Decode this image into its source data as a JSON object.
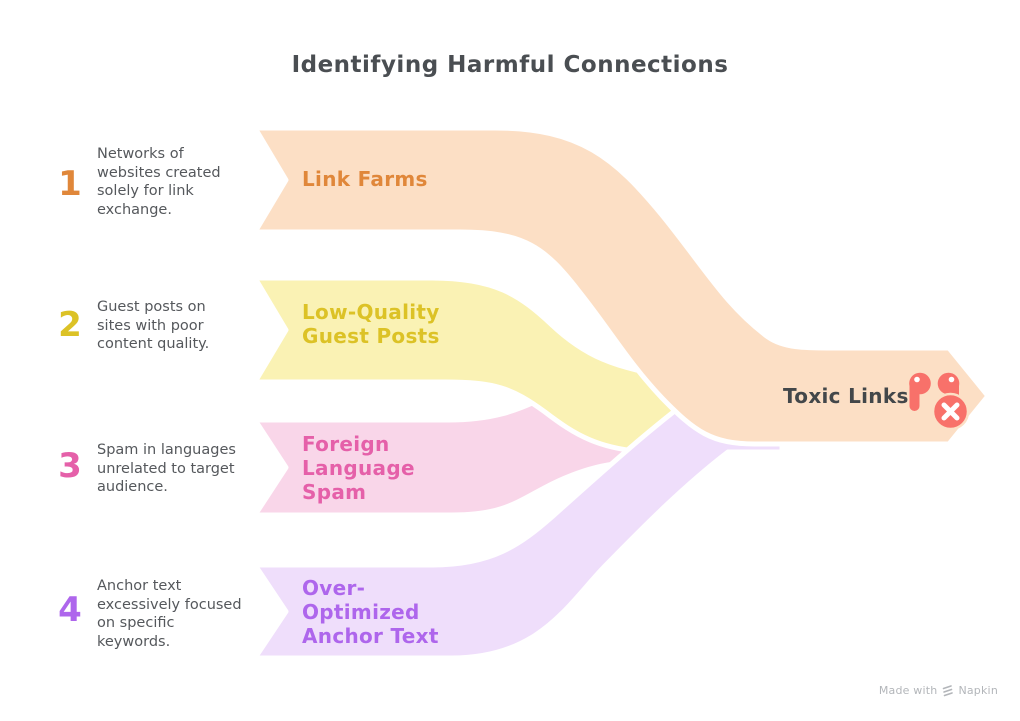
{
  "title": "Identifying Harmful Connections",
  "colors": {
    "background": "#ffffff",
    "title_text": "#4a4e52",
    "description_text": "#55585c",
    "result_text": "#43474a",
    "icon_coral": "#f8716a",
    "watermark_gray": "#b3b6ba"
  },
  "items": [
    {
      "number": "1",
      "description": "Networks of\nwebsites created\nsolely for link\nexchange.",
      "label": "Link Farms",
      "accent": "#e0873a",
      "band": "#fcdfc5"
    },
    {
      "number": "2",
      "description": "Guest posts on\nsites with poor\ncontent quality.",
      "label": "Low-Quality\nGuest Posts",
      "accent": "#dcc226",
      "band": "#faf2b4"
    },
    {
      "number": "3",
      "description": "Spam in languages\nunrelated to target\naudience.",
      "label": "Foreign\nLanguage\nSpam",
      "accent": "#e560a9",
      "band": "#f9d6e9"
    },
    {
      "number": "4",
      "description": "Anchor text\nexcessively focused\non specific\nkeywords.",
      "label": "Over-\nOptimized\nAnchor Text",
      "accent": "#ae66ec",
      "band": "#efdefb"
    }
  ],
  "result": {
    "label": "Toxic Links",
    "icon": "broken-link-icon",
    "icon_color": "#f8716a",
    "band": "#fcdfc5"
  },
  "watermark": {
    "prefix": "Made with",
    "suffix": "Napkin",
    "icon": "napkin-logo-icon"
  }
}
